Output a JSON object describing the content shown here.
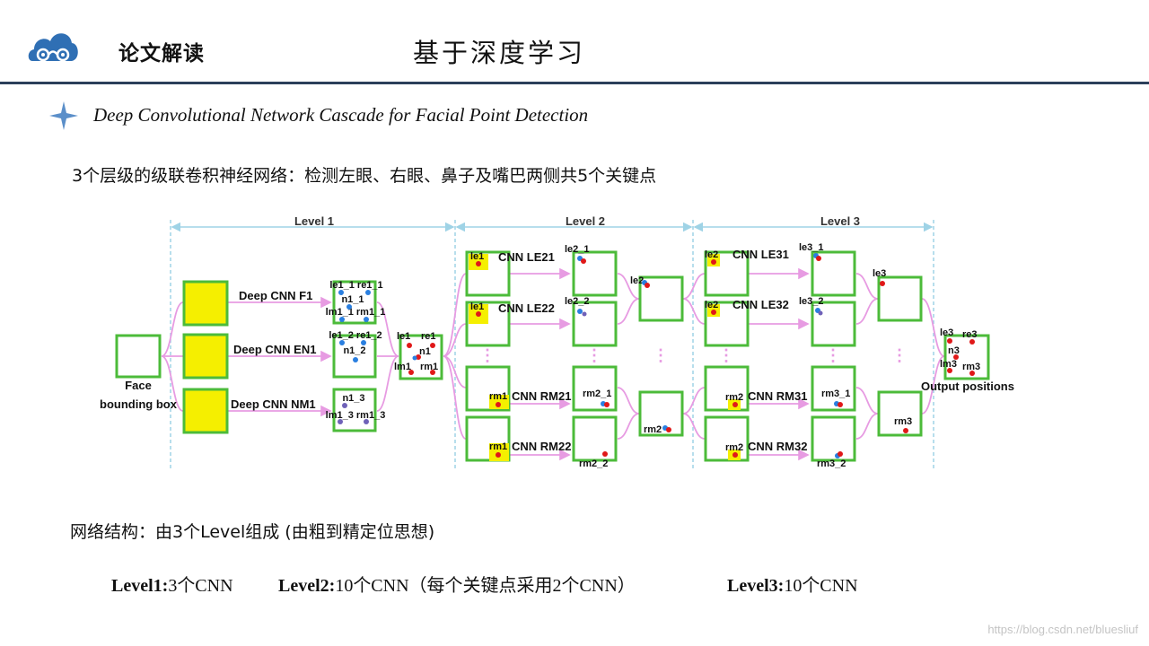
{
  "header": {
    "label": "论文解读",
    "title": "基于深度学习"
  },
  "paper_title": "Deep Convolutional Network Cascade for Facial Point Detection",
  "summary": "3个层级的级联卷积神经网络：检测左眼、右眼、鼻子及嘴巴两侧共5个关键点",
  "diagram": {
    "level_headers": [
      "Level 1",
      "Level 2",
      "Level 3"
    ],
    "input_label_line1": "Face",
    "input_label_line2": "bounding box",
    "level1_networks": [
      "Deep CNN F1",
      "Deep CNN EN1",
      "Deep CNN NM1"
    ],
    "f1_labels": [
      "le1_1 re1_1",
      "n1_1",
      "lm1_1 rm1_1"
    ],
    "en1_labels": [
      "le1_2 re1_2",
      "n1_2"
    ],
    "nm1_labels": [
      "n1_3",
      "lm1_3 rm1_3"
    ],
    "merged1": [
      "le1",
      "re1",
      "n1",
      "lm1",
      "rm1"
    ],
    "level2_networks": [
      "CNN LE21",
      "CNN LE22",
      "CNN RM21",
      "CNN RM22"
    ],
    "level2_inputs": [
      "le1",
      "le1",
      "rm1",
      "rm1"
    ],
    "level2_outputs": [
      "le2_1",
      "le2_2",
      "rm2_1",
      "rm2_2"
    ],
    "level2_merged": [
      "le2",
      "rm2"
    ],
    "level3_networks": [
      "CNN LE31",
      "CNN LE32",
      "CNN RM31",
      "CNN RM32"
    ],
    "level3_inputs": [
      "le2",
      "le2",
      "rm2",
      "rm2"
    ],
    "level3_outputs": [
      "le3_1",
      "le3_2",
      "rm3_1",
      "rm3_2"
    ],
    "level3_merged": [
      "le3",
      "rm3"
    ],
    "final_points": [
      "le3",
      "re3",
      "n3",
      "lm3",
      "rm3"
    ],
    "output_label": "Output positions",
    "vertical_dots": "⋮",
    "colors": {
      "box_green": "#4cbb3a",
      "patch_yellow": "#f5ef00",
      "arrow_pink": "#e79be2",
      "dim_line": "#9fd3e6",
      "point_red": "#e01818",
      "point_blue": "#2a7fe0",
      "point_purple": "#6f61b8"
    }
  },
  "structure_line": "网络结构：由3个Level组成 (由粗到精定位思想)",
  "levels_line": {
    "l1_label": "Level1:",
    "l1_value": "3个CNN",
    "l2_label": "Level2:",
    "l2_value": "10个CNN（每个关键点采用2个CNN）",
    "l3_label": "Level3:",
    "l3_value": "10个CNN"
  },
  "watermark": "https://blog.csdn.net/bluesliuf"
}
